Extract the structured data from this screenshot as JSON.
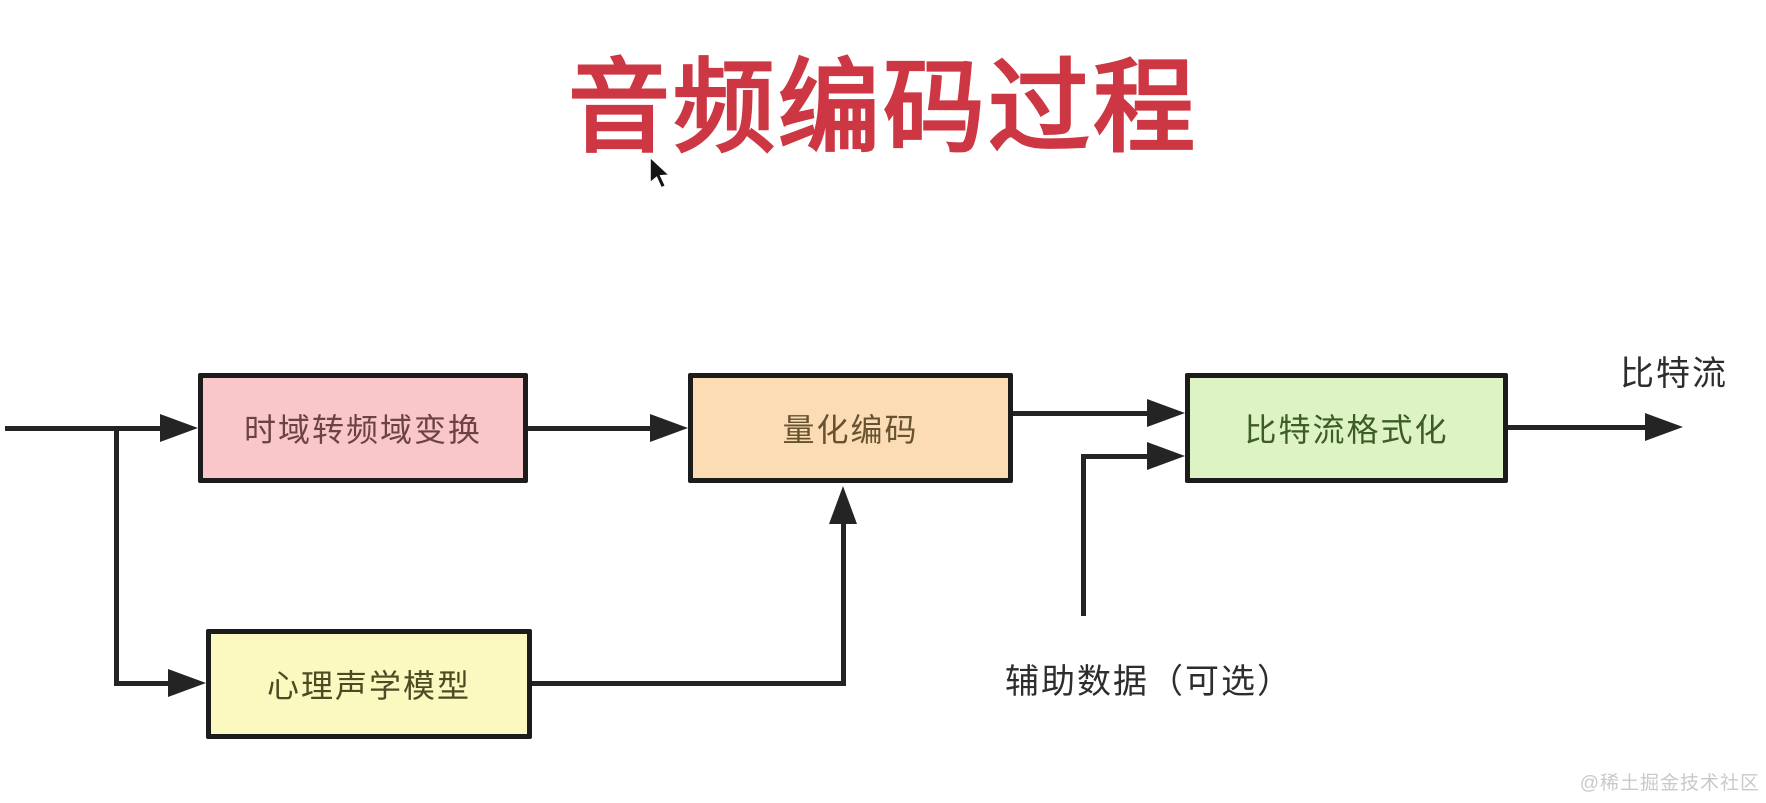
{
  "page": {
    "background": "#ffffff",
    "type": "flowchart-slide"
  },
  "title": {
    "text": "音频编码过程",
    "color": "#cd3743"
  },
  "diagram": {
    "line_color": "#242424",
    "border_color": "#1c1c1c",
    "nodes": [
      {
        "id": "transform",
        "label": "时域转频域变换",
        "fill": "#f9c7ca",
        "text_color": "#6b4342"
      },
      {
        "id": "quantize",
        "label": "量化编码",
        "fill": "#fbdcb4",
        "text_color": "#675231"
      },
      {
        "id": "format",
        "label": "比特流格式化",
        "fill": "#def3c3",
        "text_color": "#3c5d26"
      },
      {
        "id": "psycho",
        "label": "心理声学模型",
        "fill": "#fbf8c0",
        "text_color": "#4c4c24"
      }
    ],
    "labels": {
      "output": "比特流",
      "auxiliary": "辅助数据（可选）"
    },
    "edges": [
      {
        "from": "audio-input",
        "to": "transform"
      },
      {
        "from": "audio-input",
        "to": "psycho",
        "via": "branch-down"
      },
      {
        "from": "transform",
        "to": "quantize"
      },
      {
        "from": "psycho",
        "to": "quantize",
        "via": "bottom-entry"
      },
      {
        "from": "quantize",
        "to": "format"
      },
      {
        "from": "auxiliary-data",
        "to": "format",
        "optional": true
      },
      {
        "from": "format",
        "to": "bitstream-output"
      }
    ]
  },
  "watermark": {
    "text": "@稀土掘金技术社区",
    "color": "#c9c9c9"
  }
}
